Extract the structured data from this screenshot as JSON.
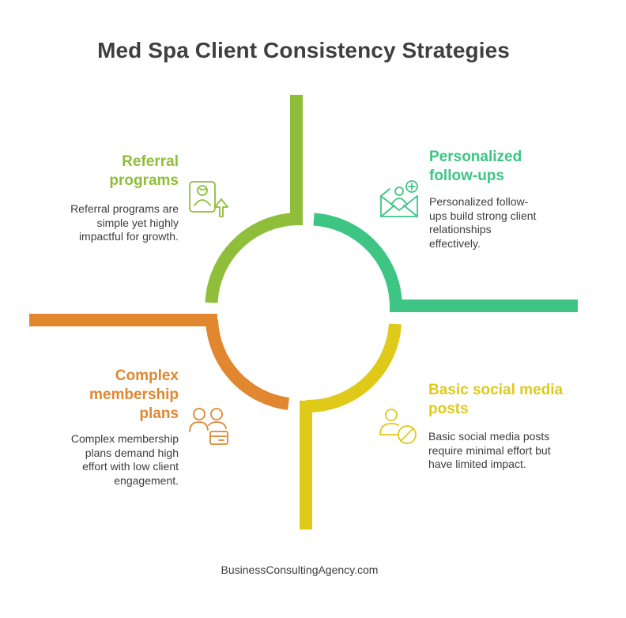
{
  "title": "Med Spa Client Consistency Strategies",
  "colors": {
    "referral": "#8fbe3a",
    "personalized": "#3ec584",
    "membership": "#e0872f",
    "social": "#dfca19",
    "text": "#3d3d3d"
  },
  "quadrants": {
    "referral": {
      "heading_line1": "Referral",
      "heading_line2": "programs",
      "desc_line1": "Referral programs are",
      "desc_line2": "simple yet highly",
      "desc_line3": "impactful for growth.",
      "icon": "referral-user-upload-icon"
    },
    "personalized": {
      "heading_line1": "Personalized",
      "heading_line2": "follow-ups",
      "desc_line1": "Personalized follow-",
      "desc_line2": "ups build strong client",
      "desc_line3": "relationships",
      "desc_line4": "effectively.",
      "icon": "mail-user-plus-icon"
    },
    "membership": {
      "heading_line1": "Complex",
      "heading_line2": "membership",
      "heading_line3": "plans",
      "desc_line1": "Complex membership",
      "desc_line2": "plans demand high",
      "desc_line3": "effort with low client",
      "desc_line4": "engagement.",
      "icon": "group-card-icon"
    },
    "social": {
      "heading_line1": "Basic social media",
      "heading_line2": "posts",
      "desc_line1": "Basic social media posts",
      "desc_line2": "require minimal effort but",
      "desc_line3": "have limited impact.",
      "icon": "user-blocked-icon"
    }
  },
  "footer": "BusinessConsultingAgency.com"
}
